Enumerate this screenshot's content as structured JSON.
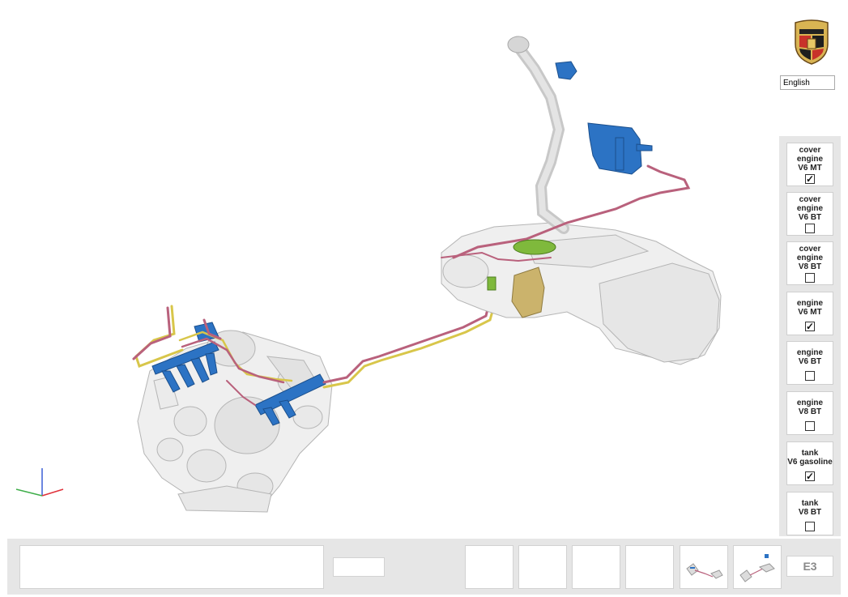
{
  "language": {
    "selected": "English"
  },
  "variants": [
    {
      "lines": [
        "cover",
        "engine",
        "V6 MT"
      ],
      "checked": true
    },
    {
      "lines": [
        "cover",
        "engine",
        "V6 BT"
      ],
      "checked": false
    },
    {
      "lines": [
        "cover",
        "engine",
        "V8 BT"
      ],
      "checked": false
    },
    {
      "lines": [
        "engine",
        "V6 MT"
      ],
      "checked": true
    },
    {
      "lines": [
        "engine",
        "V6 BT"
      ],
      "checked": false
    },
    {
      "lines": [
        "engine",
        "V8 BT"
      ],
      "checked": false
    },
    {
      "lines": [
        "tank",
        "V6 gasoline"
      ],
      "checked": true
    },
    {
      "lines": [
        "tank",
        "V8 BT"
      ],
      "checked": false
    }
  ],
  "page_code": "E3",
  "colors": {
    "panel_bg": "#e6e6e6",
    "fuel_line_pink": "#b9617c",
    "fuel_line_yellow": "#d8c64a",
    "component_blue": "#2c73c4",
    "filter_green": "#7fb93c",
    "pump_gold": "#cbb36c",
    "axis_red": "#e0313a",
    "axis_green": "#3fae4a",
    "axis_blue": "#3b5fd6"
  },
  "icons": [
    "porsche-crest-icon",
    "checkmark-icon",
    "view-thumbnail-icon"
  ]
}
